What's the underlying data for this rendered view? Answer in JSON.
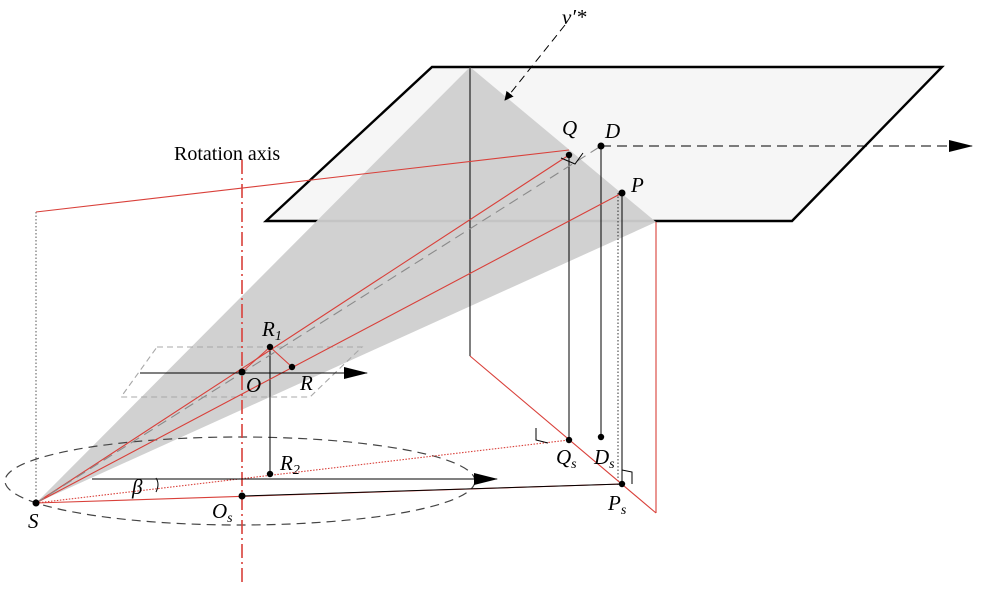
{
  "axis_label": "Rotation axis",
  "vector_label": "v′*",
  "points": {
    "S": {
      "base": "S",
      "sub": ""
    },
    "O": {
      "base": "O",
      "sub": ""
    },
    "Os": {
      "base": "O",
      "sub": "s"
    },
    "R": {
      "base": "R",
      "sub": ""
    },
    "R1": {
      "base": "R",
      "sub": "1"
    },
    "R2": {
      "base": "R",
      "sub": "2"
    },
    "Q": {
      "base": "Q",
      "sub": ""
    },
    "D": {
      "base": "D",
      "sub": ""
    },
    "P": {
      "base": "P",
      "sub": ""
    },
    "Qs": {
      "base": "Q",
      "sub": "s"
    },
    "Ds": {
      "base": "D",
      "sub": "s"
    },
    "Ps": {
      "base": "P",
      "sub": "s"
    },
    "beta": {
      "base": "β",
      "sub": ""
    }
  },
  "colors": {
    "red": "#d9403a",
    "cone_fill": "#cfcfcf",
    "plane_fill": "#f6f6f6",
    "line": "#000000",
    "dashed_gray": "#9a9a9a"
  }
}
